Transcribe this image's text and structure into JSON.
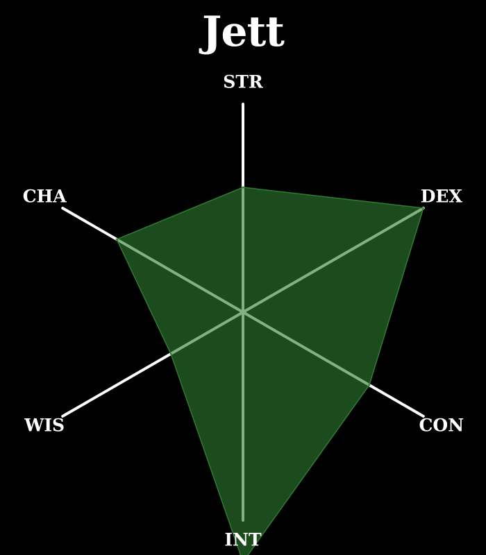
{
  "title": "Jett",
  "chart_data": {
    "type": "radar",
    "title": "Jett",
    "axes": [
      "STR",
      "DEX",
      "CON",
      "INT",
      "WIS",
      "CHA"
    ],
    "values": [
      0.6,
      1.0,
      0.7,
      1.2,
      0.4,
      0.7
    ],
    "max": 1.0,
    "grid": false,
    "colors": {
      "background": "#000000",
      "axis": "#ffffff",
      "fill": "#2e7d32",
      "fill_opacity": 0.6,
      "stroke": "#2e7d32"
    }
  }
}
